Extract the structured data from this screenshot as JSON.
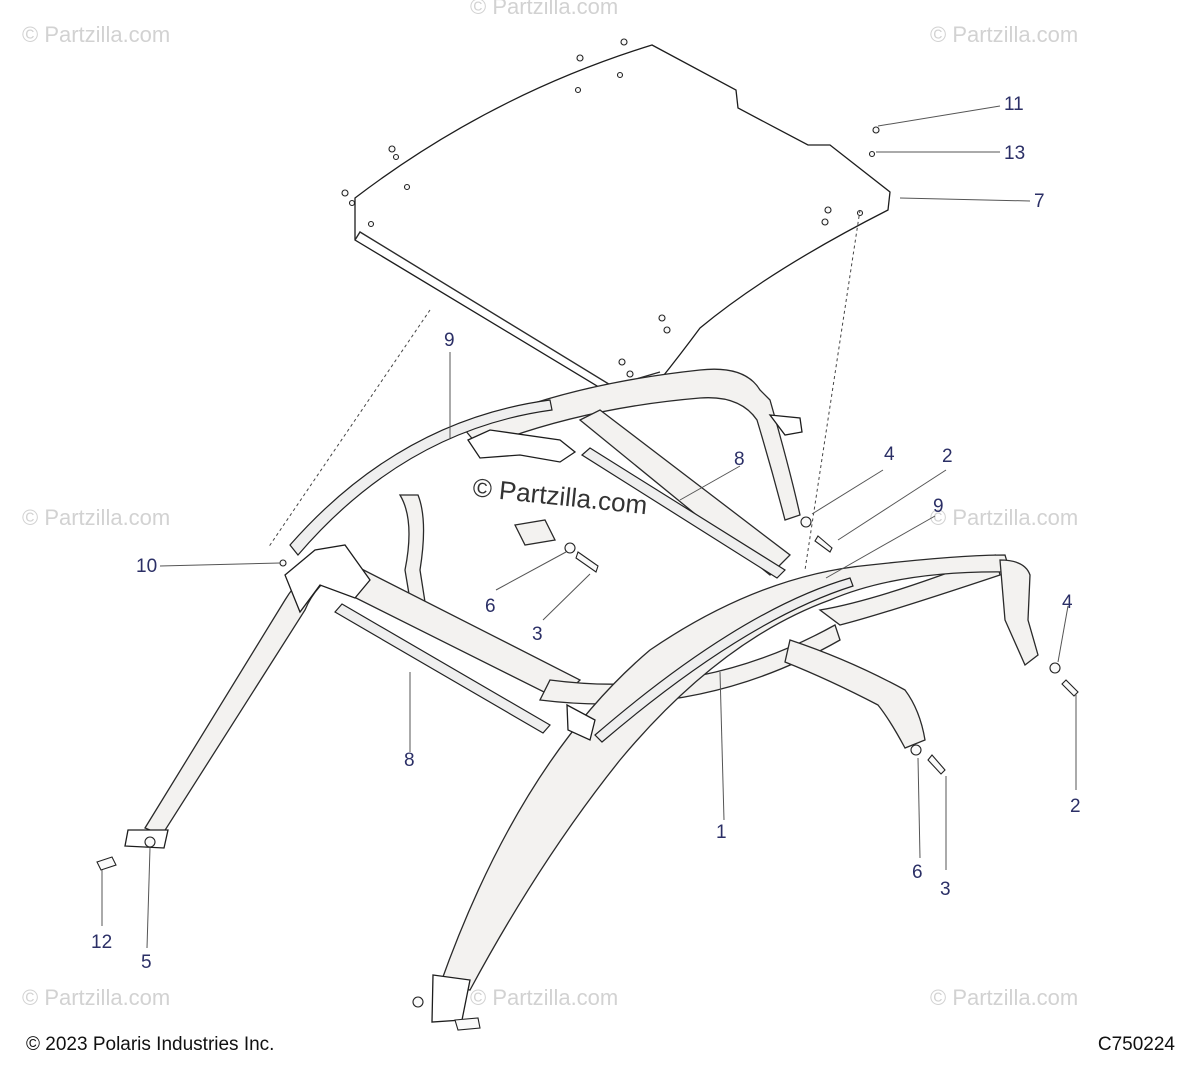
{
  "watermark": "© Partzilla.com",
  "copyright": "© 2023 Polaris Industries Inc.",
  "diagram_code": "C750224",
  "callouts": {
    "c1": "1",
    "c2a": "2",
    "c2b": "2",
    "c3a": "3",
    "c3b": "3",
    "c4a": "4",
    "c4b": "4",
    "c5": "5",
    "c6a": "6",
    "c6b": "6",
    "c7": "7",
    "c8a": "8",
    "c8b": "8",
    "c9a": "9",
    "c9b": "9",
    "c10": "10",
    "c11": "11",
    "c12": "12",
    "c13": "13"
  }
}
